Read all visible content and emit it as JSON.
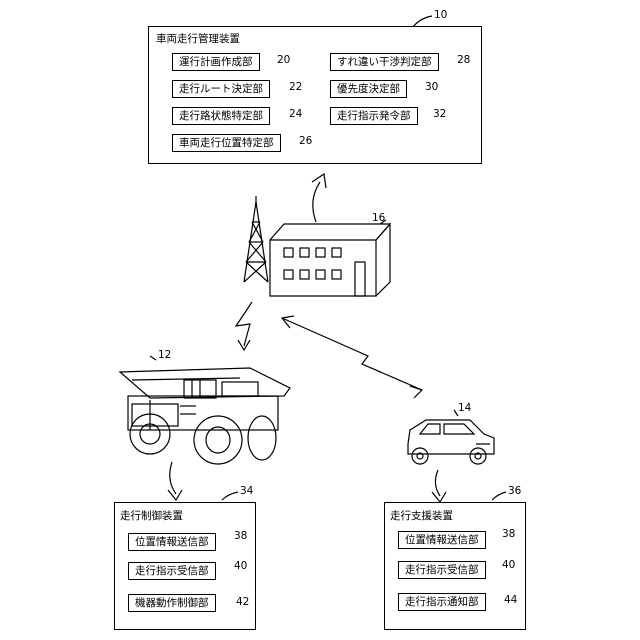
{
  "management": {
    "ref": "10",
    "title": "車両走行管理装置",
    "units": [
      {
        "label": "運行計画作成部",
        "ref": "20"
      },
      {
        "label": "走行ルート決定部",
        "ref": "22"
      },
      {
        "label": "走行路状態特定部",
        "ref": "24"
      },
      {
        "label": "車両走行位置特定部",
        "ref": "26"
      },
      {
        "label": "すれ違い干渉判定部",
        "ref": "28"
      },
      {
        "label": "優先度決定部",
        "ref": "30"
      },
      {
        "label": "走行指示発令部",
        "ref": "32"
      }
    ]
  },
  "facility_ref": "16",
  "dump_truck_ref": "12",
  "car_ref": "14",
  "truck_control": {
    "ref": "34",
    "title": "走行制御装置",
    "units": [
      {
        "label": "位置情報送信部",
        "ref": "38"
      },
      {
        "label": "走行指示受信部",
        "ref": "40"
      },
      {
        "label": "機器動作制御部",
        "ref": "42"
      }
    ]
  },
  "car_support": {
    "ref": "36",
    "title": "走行支援装置",
    "units": [
      {
        "label": "位置情報送信部",
        "ref": "38"
      },
      {
        "label": "走行指示受信部",
        "ref": "40"
      },
      {
        "label": "走行指示通知部",
        "ref": "44"
      }
    ]
  }
}
